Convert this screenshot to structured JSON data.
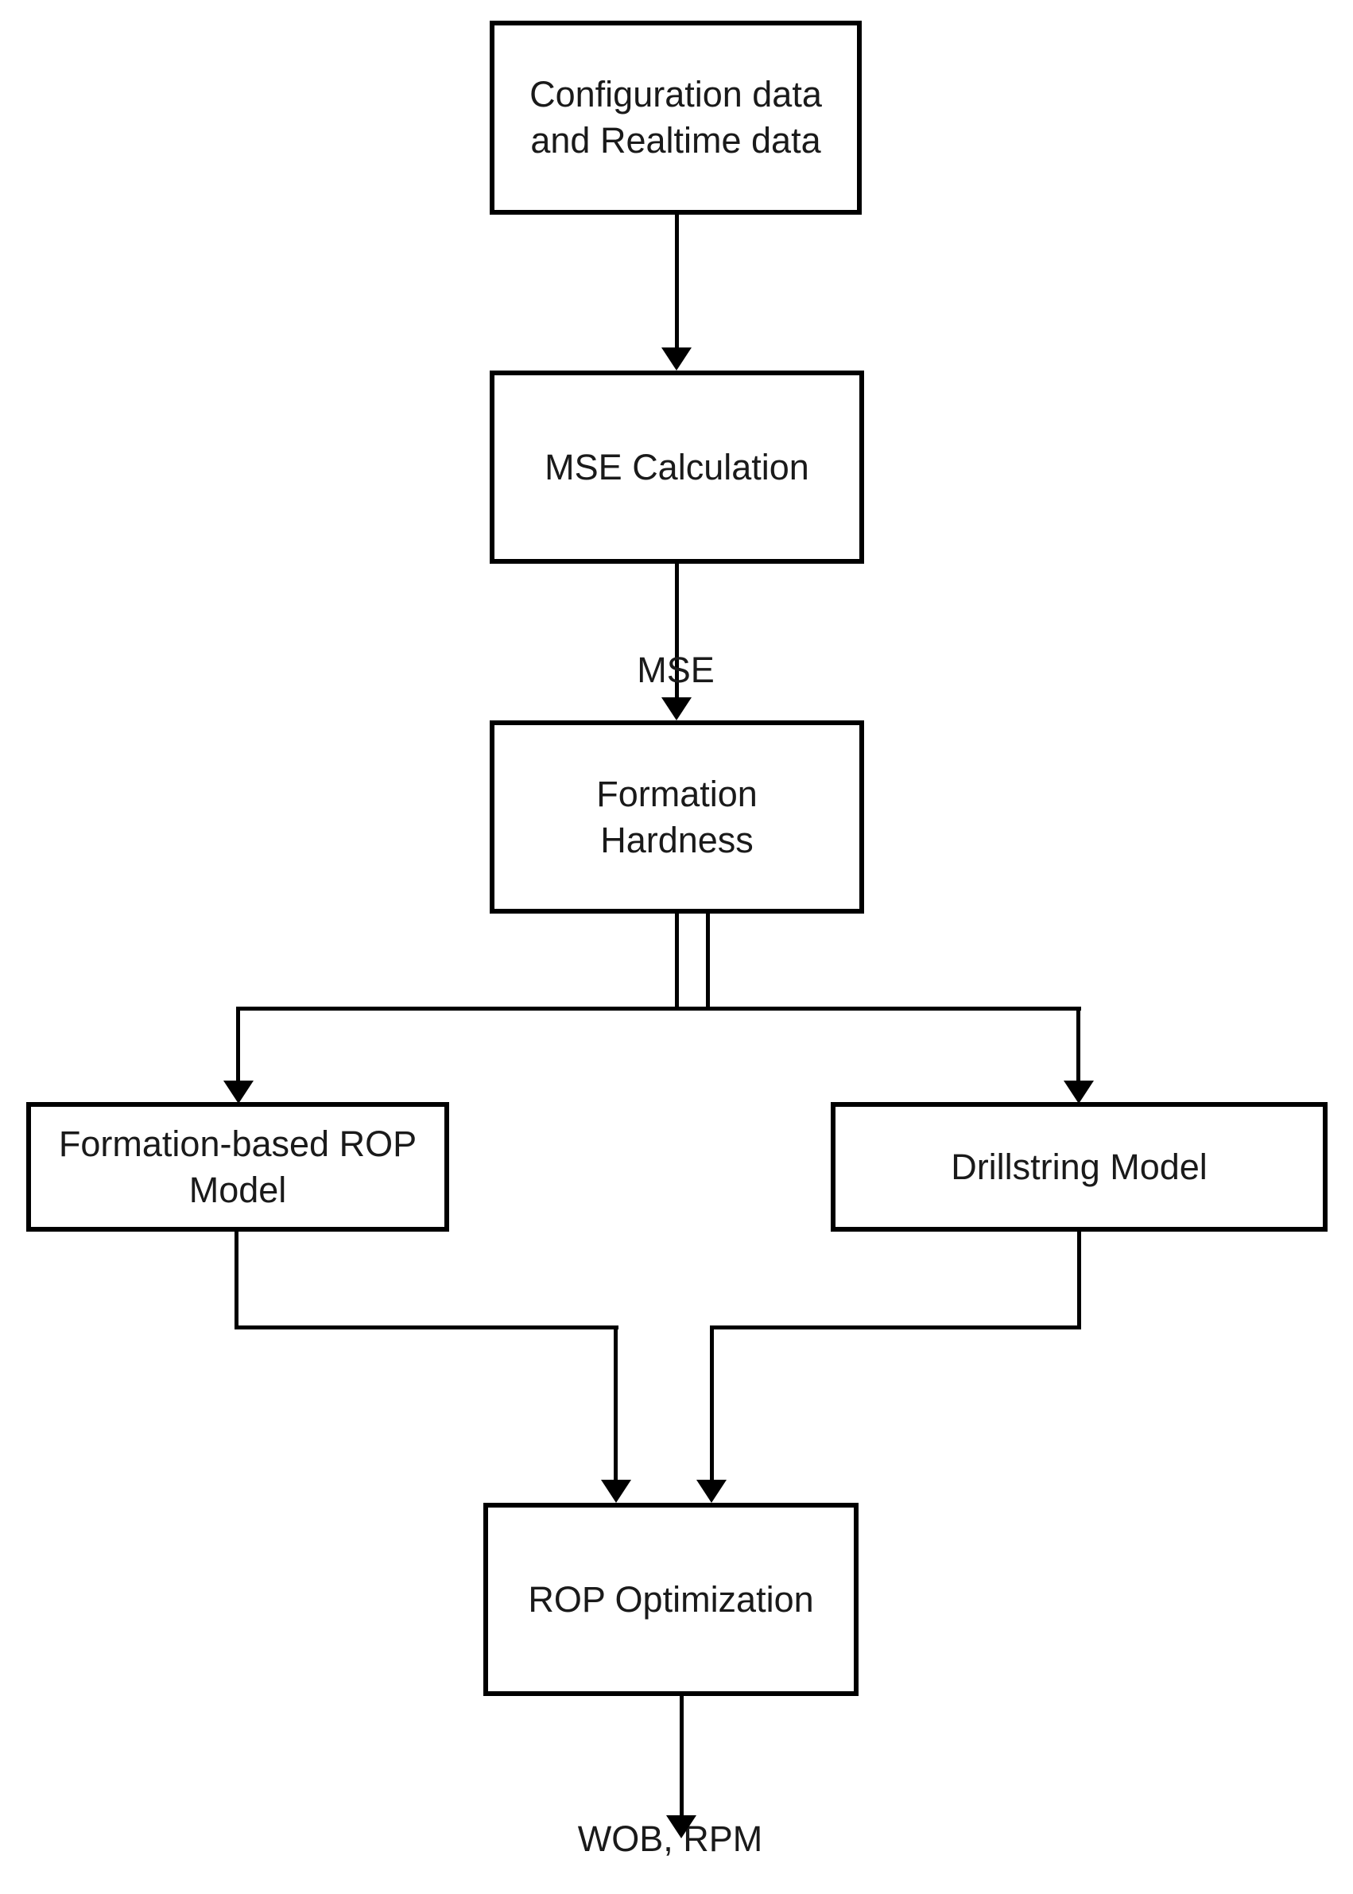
{
  "diagram": {
    "type": "flowchart",
    "background_color": "#ffffff",
    "line_color": "#000000",
    "text_color": "#1a1a1a",
    "nodes": {
      "config": {
        "label": "Configuration data and Realtime data"
      },
      "mse_calculation": {
        "label": "MSE Calculation"
      },
      "formation_hardness": {
        "label": "Formation Hardness"
      },
      "formation_rop_model": {
        "label": "Formation-based ROP Model"
      },
      "drillstring_model": {
        "label": "Drillstring Model"
      },
      "rop_optimization": {
        "label": "ROP Optimization"
      }
    },
    "edge_labels": {
      "mse": "MSE",
      "output": "WOB, RPM"
    }
  }
}
